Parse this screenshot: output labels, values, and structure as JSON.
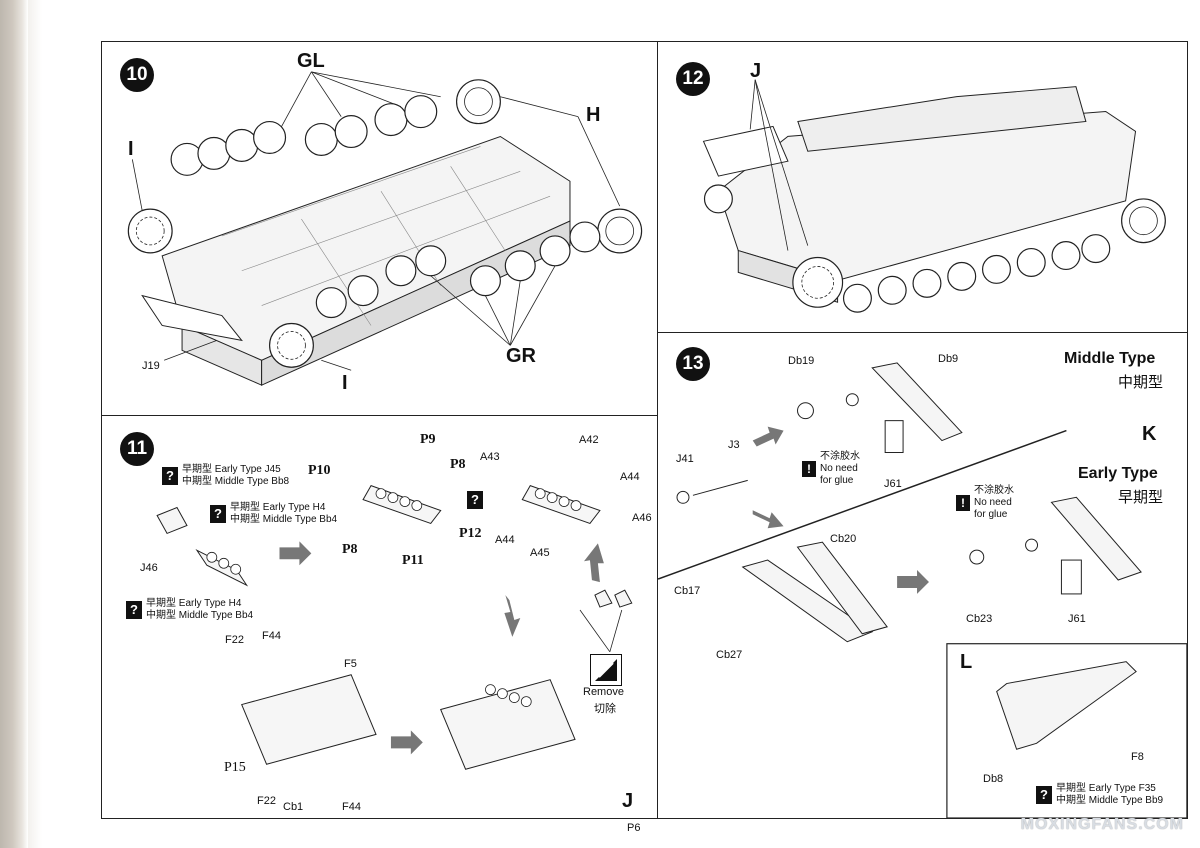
{
  "page_number": "P6",
  "watermark": "MOXINGFANS.COM",
  "step10": {
    "number": "10",
    "labels": {
      "gl": "GL",
      "h": "H",
      "i_top": "I",
      "i_bottom": "I",
      "gr": "GR",
      "j19": "J19"
    }
  },
  "step11": {
    "number": "11",
    "notes": [
      {
        "icon": "?",
        "line1": "早期型 Early Type J45",
        "line2": "中期型 Middle Type Bb8"
      },
      {
        "icon": "?",
        "line1": "早期型 Early Type H4",
        "line2": "中期型 Middle Type Bb4"
      },
      {
        "icon": "?",
        "line1": "早期型 Early Type H4",
        "line2": "中期型 Middle Type Bb4"
      }
    ],
    "labels": {
      "j46": "J46",
      "p9": "P9",
      "p8a": "P8",
      "p10": "P10",
      "p8b": "P8",
      "p11": "P11",
      "p12": "P12",
      "a43": "A43",
      "a42": "A42",
      "a44a": "A44",
      "a44b": "A44",
      "a45": "A45",
      "a46": "A46",
      "f22a": "F22",
      "f44a": "F44",
      "f5": "F5",
      "p15": "P15",
      "f22b": "F22",
      "cb1": "Cb1",
      "f44b": "F44",
      "j": "J"
    },
    "mid_icon": "?",
    "remove": {
      "en": "Remove",
      "cn": "切除"
    }
  },
  "step12": {
    "number": "12",
    "labels": {
      "j": "J"
    }
  },
  "step13": {
    "number": "13",
    "middle_type": {
      "en": "Middle Type",
      "cn": "中期型"
    },
    "early_type": {
      "en": "Early Type",
      "cn": "早期型"
    },
    "k": "K",
    "labels": {
      "db19": "Db19",
      "db9": "Db9",
      "j3": "J3",
      "j41": "J41",
      "j61a": "J61",
      "cb20": "Cb20",
      "cb17": "Cb17",
      "cb27": "Cb27",
      "cb23": "Cb23",
      "j61b": "J61"
    },
    "glue_note_1": {
      "icon": "!",
      "cn": "不涂胶水",
      "en1": "No need",
      "en2": "for glue"
    },
    "glue_note_2": {
      "icon": "!",
      "cn": "不涂胶水",
      "en1": "No need",
      "en2": "for glue"
    }
  },
  "stepL": {
    "letter": "L",
    "labels": {
      "db8": "Db8",
      "f8": "F8"
    },
    "note": {
      "icon": "?",
      "line1": "早期型 Early Type F35",
      "line2": "中期型 Middle Type Bb9"
    }
  }
}
